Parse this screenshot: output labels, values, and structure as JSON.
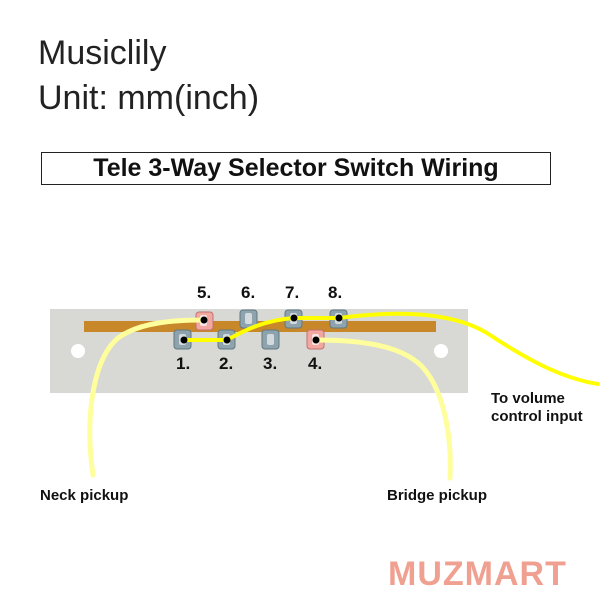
{
  "header": {
    "brand": "Musiclily",
    "unit": "Unit: mm(inch)"
  },
  "title": "Tele 3-Way Selector Switch Wiring",
  "terminals": [
    {
      "label": "1.",
      "color": "#8ea3ad"
    },
    {
      "label": "2.",
      "color": "#8ea3ad"
    },
    {
      "label": "3.",
      "color": "#8ea3ad"
    },
    {
      "label": "4.",
      "color": "#f2a7a0"
    },
    {
      "label": "5.",
      "color": "#f2a7a0"
    },
    {
      "label": "6.",
      "color": "#8ea3ad"
    },
    {
      "label": "7.",
      "color": "#8ea3ad"
    },
    {
      "label": "8.",
      "color": "#8ea3ad"
    }
  ],
  "labels": {
    "neck_pickup": "Neck pickup",
    "bridge_pickup": "Bridge pickup",
    "volume_line1": "To volume",
    "volume_line2": "control input"
  },
  "watermark": "MUZMART",
  "colors": {
    "plate": "#d8d8d4",
    "strip": "#c8882a",
    "wire_yellow": "#ffff00",
    "wire_pale": "#fefe9c",
    "solder_dot": "#000000"
  }
}
